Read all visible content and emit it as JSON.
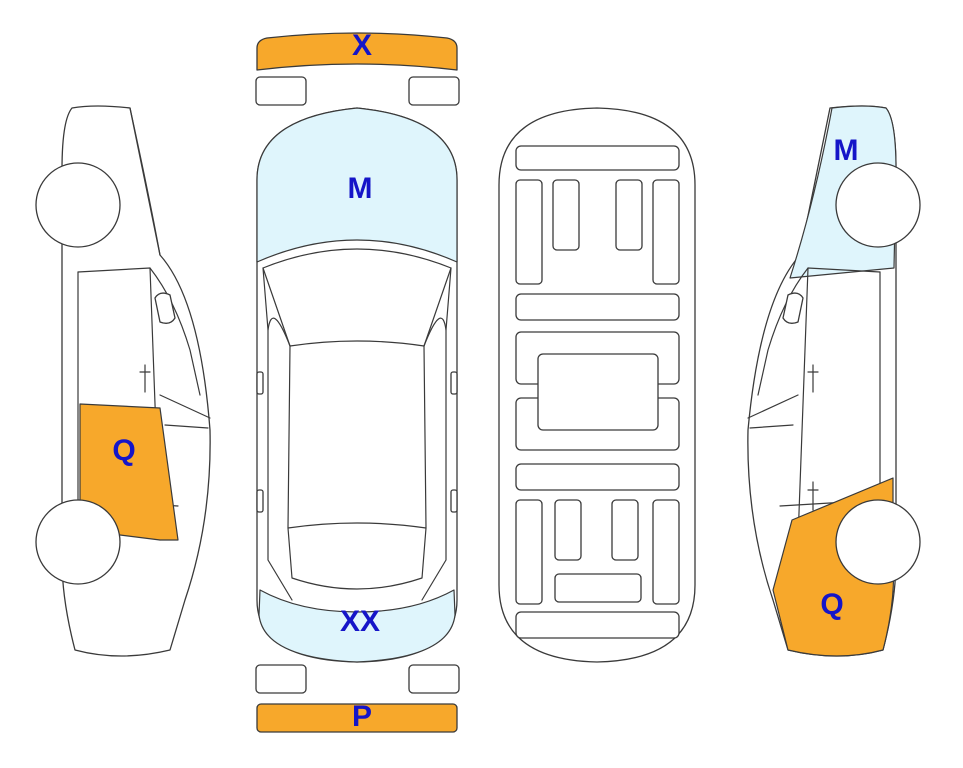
{
  "colors": {
    "damage_orange": "#F7A82B",
    "damage_light_blue": "#DFF5FC",
    "label_blue": "#1515C8",
    "outline": "#3A3A3A"
  },
  "zones": {
    "front_bumper": {
      "label": "X",
      "color": "orange"
    },
    "hood": {
      "label": "M",
      "color": "light-blue"
    },
    "trunk": {
      "label": "XX",
      "color": "light-blue"
    },
    "rear_bumper": {
      "label": "P",
      "color": "orange"
    },
    "left_rear_door": {
      "label": "Q",
      "color": "orange"
    },
    "right_front_fender": {
      "label": "M",
      "color": "light-blue"
    },
    "right_rear_quarter": {
      "label": "Q",
      "color": "orange"
    }
  }
}
